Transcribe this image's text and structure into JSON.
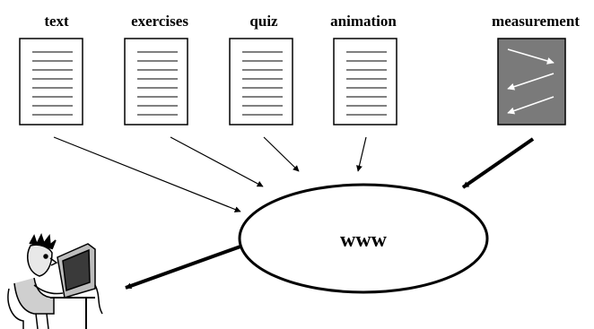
{
  "sources": [
    {
      "id": "text",
      "label": "text",
      "icon": "document-icon"
    },
    {
      "id": "exercises",
      "label": "exercises",
      "icon": "document-icon"
    },
    {
      "id": "quiz",
      "label": "quiz",
      "icon": "document-icon"
    },
    {
      "id": "animation",
      "label": "animation",
      "icon": "document-icon"
    },
    {
      "id": "measurement",
      "label": "measurement",
      "icon": "measurement-data-icon"
    }
  ],
  "hub": {
    "label": "www"
  },
  "user": {
    "icon": "user-at-computer-icon"
  },
  "colors": {
    "stroke": "#000000",
    "page": "#ffffff",
    "measurement_fill": "#7a7a7a",
    "measurement_arrows": "#ffffff"
  }
}
